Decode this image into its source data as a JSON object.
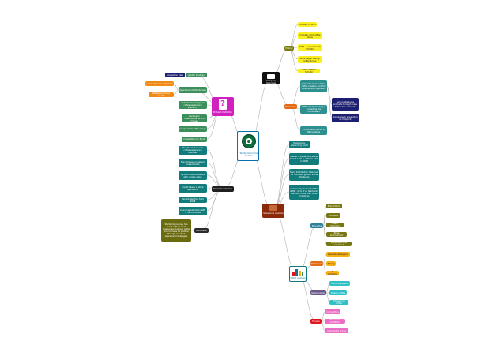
{
  "colors": {
    "connector": "#b0b0b0",
    "center_border": "#0a6fae",
    "company_overview": "#111111",
    "history": "#7a7a12",
    "history_leaf": "#fbee1f",
    "expansion": "#e36b17",
    "expansion_leaf": "#2e8f8f",
    "navy": "#1d1f70",
    "problem_definition": "#d21fbf",
    "problem_leaf": "#3a8f5b",
    "orange_leaf": "#ef8a17",
    "recommendations": "#1f1f1f",
    "rec_leaf": "#127c7c",
    "conclusion": "#2b2b2b",
    "conclusion_leaf": "#6a6a0e",
    "situational_analysis": "#8b2a09",
    "sit_leaf": "#127c7c",
    "swot": "#0d7a82",
    "strengths": "#2f7f9a",
    "strengths_leaf": "#777712",
    "weaknesses": "#e36b17",
    "weak_leaf": "#f7b014",
    "opportunities": "#6a5a8a",
    "opp_leaf": "#30bfc4",
    "threats": "#e0161e",
    "threats_leaf": "#ec6ec4"
  },
  "center": {
    "label": "Starbucks Critical Analysis",
    "logo_icon": "starbucks-logo-icon"
  },
  "company_overview": {
    "label": "Company Overview",
    "history": {
      "label": "History",
      "items": [
        "Founded in 1971",
        "originally sold coffee beans",
        "1987 - acquisition of Schultz",
        "store began selling coffee drinks",
        "2000 Howard Schultz"
      ]
    },
    "expansion": {
      "label": "Expansion",
      "items": [
        "1980s Starbucks began exceeding the mainstream",
        "12,000 retail stores in 38 countries"
      ],
      "top_item": "Joint with more retailer, coffee creation and first international operation",
      "sub_items": [
        "Selling Starbucks products through mass distribution channels",
        "Aggressively expanding its footprint"
      ]
    }
  },
  "problem_definition": {
    "label": "Problem Definition",
    "growth": {
      "label": "growth strategy?",
      "left": "Acquisition risks"
    },
    "operation": {
      "label": "Operation not Maintained",
      "left": [
        "Lower store management",
        "Weakened brand equity"
      ]
    },
    "items": [
      "Outside their targeted coffee experience scenarios",
      "Lacking in International brand images",
      "Independent coffee shops",
      "competition for funds"
    ]
  },
  "recommendations": {
    "label": "Recommendations",
    "items": [
      "Stay focused as core coffee experience business",
      "Stay focused on sensor one products",
      "Up with new marketers with unique value",
      "Invest heavy in store operations",
      "Decentralization from 2008",
      "Licensing extension with IT technologies"
    ]
  },
  "conclusion": {
    "label": "Conclusion",
    "text": "Starbucks journey has faced with several challenges that now is the time to make its position through constant operational strategies"
  },
  "situational_analysis": {
    "label": "Situational Analysis",
    "items": [
      "Developing, expanding world",
      "Market is expanding stores from 11.2% in 2007 to 12% in 2008",
      "Many Distribution Channels for domestic growth in the Starbucks",
      "Commodity dominated the 2008 - 41% of all Starbucks revenue, more than other industries"
    ]
  },
  "swot": {
    "label": "SWOT Analysis",
    "icon": "swot-chart-icon",
    "strengths": {
      "label": "Strengths",
      "items": [
        "Brand Name",
        "Locations",
        "Brand Premium",
        "Store environment",
        "Ingredients and excellent"
      ]
    },
    "weaknesses": {
      "label": "Weaknesses",
      "items": [
        "Operational Support",
        "Pricing",
        "IT problems"
      ]
    },
    "opportunities": {
      "label": "Opportunities",
      "items": [
        "Online expansion",
        "Foreign coffee",
        "Products on coffee"
      ]
    },
    "threats": {
      "label": "Threats",
      "items": [
        "Competitors",
        "Economic conditions",
        "Commodity prices"
      ]
    }
  }
}
